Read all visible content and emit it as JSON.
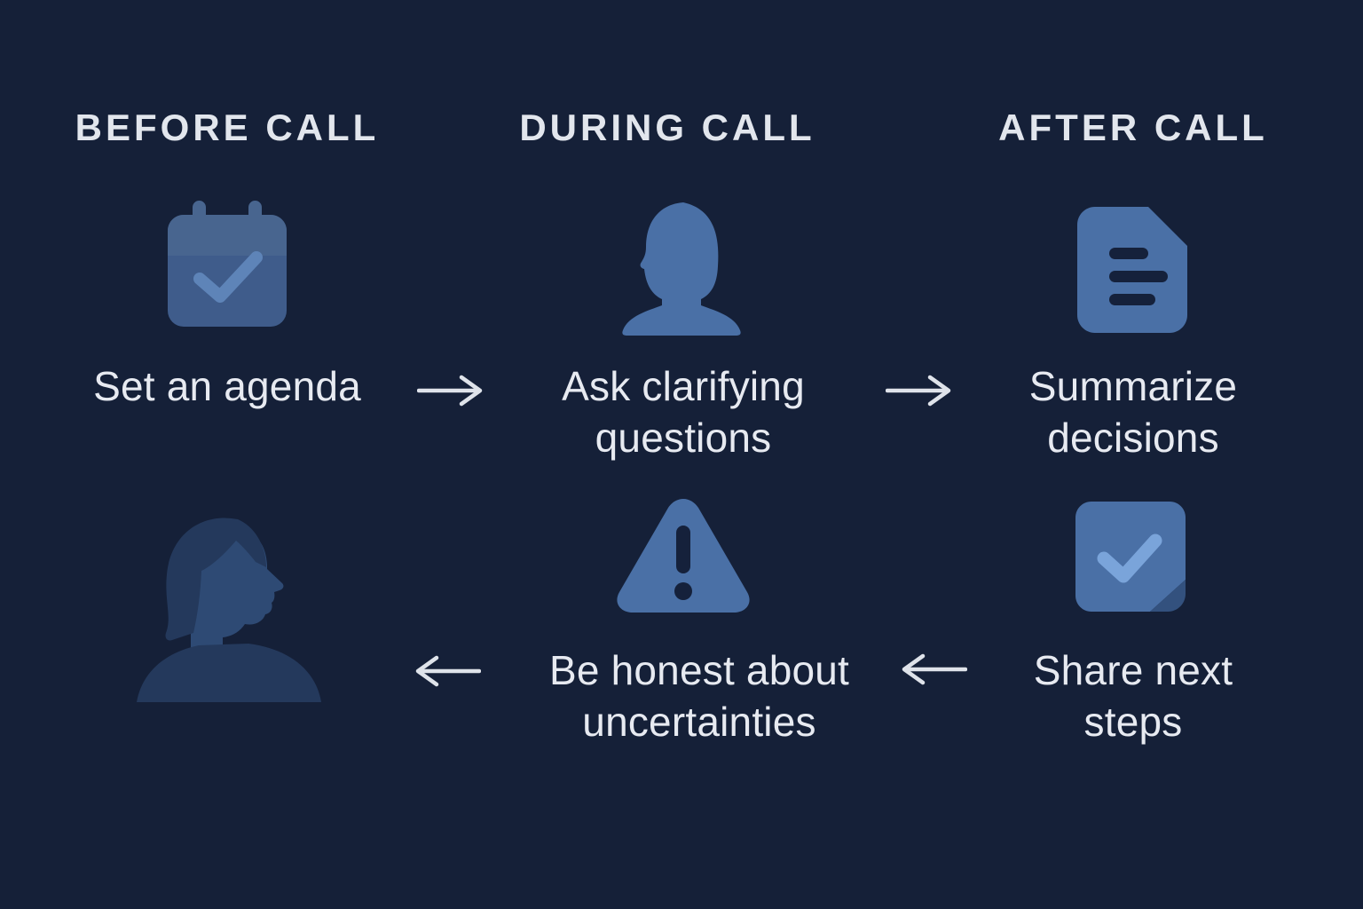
{
  "theme": {
    "background": "#152038",
    "heading_text": "#E2E6ED",
    "label_text": "#E7EAF1",
    "arrow": "#DFE3EA",
    "icon_primary": "#4A70A6",
    "calendar_body": "#3F5C8B",
    "calendar_band": "#48658F",
    "calendar_check": "#5E84B8",
    "note_fold": "#33517E",
    "note_check": "#7AA4DA",
    "icon_cutout": "#15213B",
    "silhouette_dark": "#24395C",
    "silhouette_light": "#2E4A74"
  },
  "columns": [
    {
      "id": "before",
      "header": "BEFORE CALL"
    },
    {
      "id": "during",
      "header": "DURING CALL"
    },
    {
      "id": "after",
      "header": "AFTER CALL"
    }
  ],
  "steps": {
    "set_agenda": {
      "icon": "calendar-check-icon",
      "label": "Set an agenda"
    },
    "ask_questions": {
      "icon": "person-icon",
      "label": "Ask clarifying\nquestions"
    },
    "summarize": {
      "icon": "document-icon",
      "label": "Summarize\ndecisions"
    },
    "listener": {
      "icon": "person-profile-icon"
    },
    "be_honest": {
      "icon": "warning-icon",
      "label": "Be honest about\nuncertainties"
    },
    "share_steps": {
      "icon": "note-check-icon",
      "label": "Share next\nsteps"
    }
  }
}
